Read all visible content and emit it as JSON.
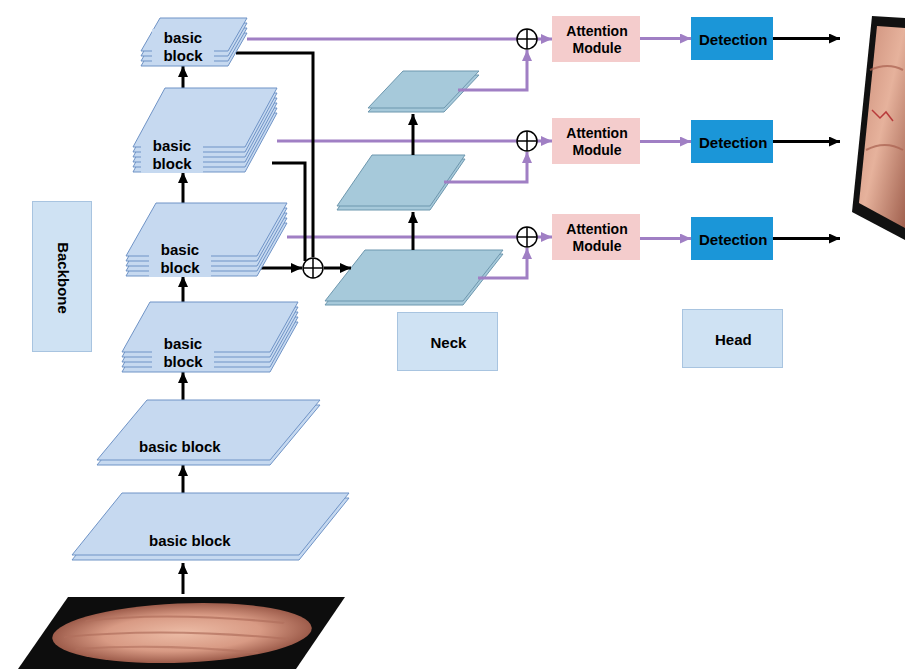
{
  "diagram": {
    "nodes": [
      {
        "text": [
          "basic block"
        ]
      },
      {
        "text": [
          "basic block"
        ]
      },
      {
        "text": [
          "basic block"
        ]
      },
      {
        "text": [
          "basic block"
        ]
      },
      {
        "text": [
          "basic block"
        ]
      },
      {
        "text": [
          "basic block"
        ]
      },
      {
        "text": [
          "Backbone"
        ]
      },
      {
        "text": [
          "Neck"
        ]
      },
      {
        "text": [
          "Head"
        ]
      },
      {
        "text": [
          "Attention Module"
        ]
      },
      {
        "text": [
          "Attention Module"
        ]
      },
      {
        "text": [
          "Attention Module"
        ]
      },
      {
        "text": [
          "Detection"
        ]
      },
      {
        "text": [
          "Detection"
        ]
      },
      {
        "text": [
          "Detection"
        ]
      }
    ],
    "edges": [
      {
        "from": 5,
        "to": 4,
        "arrow": "to"
      },
      {
        "from": 4,
        "to": 3,
        "arrow": "to"
      },
      {
        "from": 3,
        "to": 2,
        "arrow": "to"
      },
      {
        "from": 2,
        "to": 1,
        "arrow": "to"
      },
      {
        "from": 1,
        "to": 0,
        "arrow": "to"
      },
      {
        "from": 0,
        "to": 9,
        "arrow": "to"
      },
      {
        "from": 1,
        "to": 10,
        "arrow": "to"
      },
      {
        "from": 2,
        "to": 11,
        "arrow": "to"
      },
      {
        "from": 9,
        "to": 12,
        "arrow": "to"
      },
      {
        "from": 10,
        "to": 13,
        "arrow": "to"
      },
      {
        "from": 11,
        "to": 14,
        "arrow": "to"
      }
    ]
  }
}
